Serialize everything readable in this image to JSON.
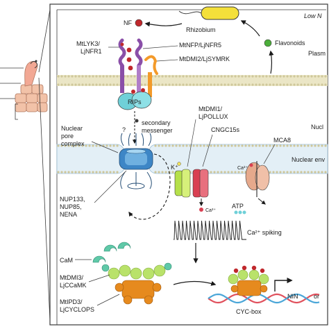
{
  "corner": {
    "text": "Low N"
  },
  "labels": {
    "nf": "NF",
    "rhizobium": "Rhizobium",
    "flavonoids": "Flavonoids",
    "plasma": "Plasm",
    "lyk3": "MtLYK3/",
    "nfr1": "LjNFR1",
    "nfp": "MtNFP/LjNFR5",
    "dmi2": "MtDMI2/LjSYMRK",
    "rips": "RIPs",
    "question": "?",
    "secondary": "secondary",
    "messenger": "messenger",
    "nuclear_pore_1": "Nuclear",
    "nuclear_pore_2": "pore",
    "nuclear_pore_3": "complex",
    "dmi1_1": "MtDMI1/",
    "dmi1_2": "LjPOLLUX",
    "cngc": "CNGC15s",
    "mca8": "MCA8",
    "nucl": "Nucl",
    "nuclear_env": "Nuclear env",
    "k_plus": "K⁺",
    "ca_top": "Ca²⁺",
    "ca_bottom": "Ca²⁺",
    "atp": "ATP",
    "nup_1": "NUP133,",
    "nup_2": "NUP85,",
    "nup_3": "NENA",
    "spiking": "Ca²⁺ spiking",
    "cam": "CaM",
    "ccamk_1": "MtDMI3/",
    "ccamk_2": "LjCCaMK",
    "ipd3_1": "MtIPD3/",
    "ipd3_2": "LjCYCLOPS",
    "nin": "NIN",
    "cyc_box": "CYC-box",
    "or": "or"
  },
  "colors": {
    "outline": "#3a3a3a",
    "membrane": "#d6cfa4",
    "nuclear_membrane": "#cfe3ef",
    "receptor_purple": "#8a4fa8",
    "nf_red": "#c0282c",
    "rhizobium_yellow": "#f4e03a",
    "flavonoid_green": "#4cae3a",
    "dmi2_orange": "#f39a2a",
    "rips_cyan": "#6fd0d8",
    "pore_blue": "#3d86c6",
    "dmi1_green": "#b5e04a",
    "cngc_red": "#d94052",
    "mca8_tan": "#e6a98c",
    "cam_teal": "#5fc9a8",
    "ccamk_green": "#b9e26a",
    "ipd3_orange": "#e68a1e",
    "dna_red": "#e0505c",
    "dna_blue": "#4aa6d8",
    "root_pink": "#f2a894"
  }
}
